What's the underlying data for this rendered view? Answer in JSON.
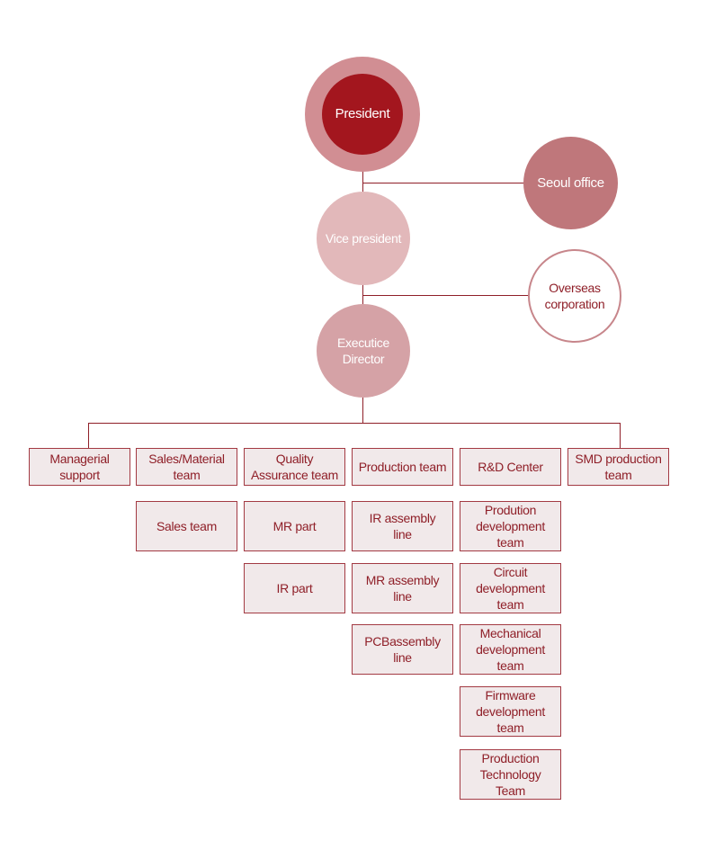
{
  "colors": {
    "president_outer": "#d18e93",
    "president_inner": "#a3161e",
    "seoul": "#bf777b",
    "vice": "#e2b8ba",
    "director": "#d5a2a6",
    "overseas_border": "#c7868b",
    "overseas_text": "#8f1f28",
    "box_fill": "#f1e9ea",
    "box_border": "#a33a43",
    "box_text": "#8f1f28",
    "line": "#8f1f28"
  },
  "nodes": {
    "president": "President",
    "seoul_office": "Seoul office",
    "vice_president": "Vice president",
    "overseas_corporation": "Overseas corporation",
    "executive_director": "Executice Director"
  },
  "departments": [
    {
      "label": "Managerial support",
      "subs": []
    },
    {
      "label": "Sales/Material team",
      "subs": [
        "Sales team"
      ]
    },
    {
      "label": "Quality Assurance team",
      "subs": [
        "MR part",
        "IR part"
      ]
    },
    {
      "label": "Production team",
      "subs": [
        "IR assembly line",
        "MR assembly line",
        "PCBassembly line"
      ]
    },
    {
      "label": "R&D Center",
      "subs": [
        "Prodution development team",
        "Circuit development team",
        "Mechanical development team",
        "Firmware development team",
        "Production Technology Team"
      ]
    },
    {
      "label": "SMD production team",
      "subs": []
    }
  ]
}
